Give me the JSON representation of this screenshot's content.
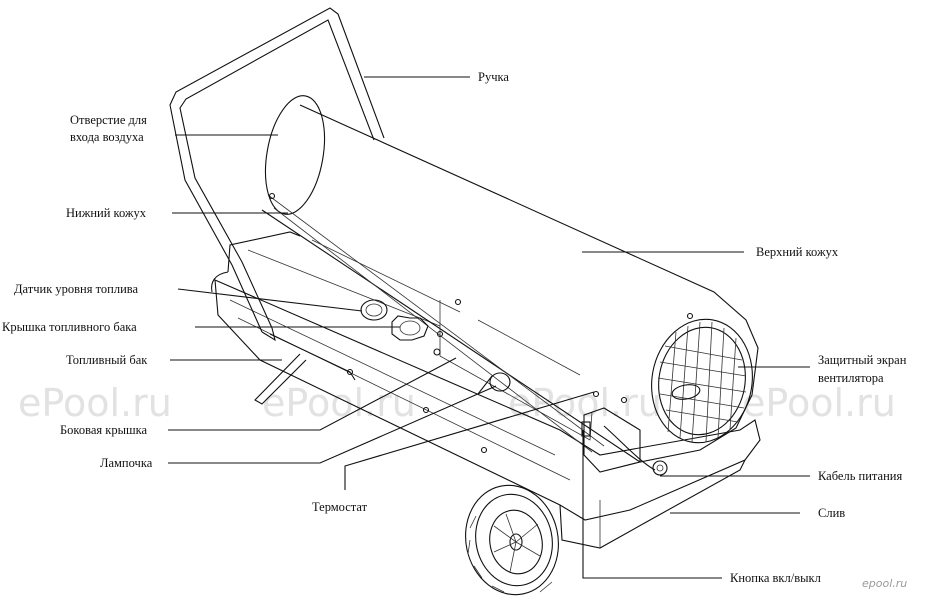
{
  "watermark": "ePool.ru",
  "brand": "epool.ru",
  "labels": {
    "handle": "Ручка",
    "air_inlet_1": "Отверстие для",
    "air_inlet_2": "входа воздуха",
    "lower_shell": "Нижний кожух",
    "upper_shell": "Верхний кожух",
    "fuel_gauge": "Датчик уровня топлива",
    "tank_cap": "Крышка топливного бака",
    "fuel_tank": "Топливный бак",
    "fan_guard_1": "Защитный экран",
    "fan_guard_2": "вентилятора",
    "side_cover": "Боковая крышка",
    "lamp": "Лампочка",
    "power_cable": "Кабель питания",
    "thermostat": "Термостат",
    "drain": "Слив",
    "power_switch": "Кнопка вкл/выкл"
  }
}
